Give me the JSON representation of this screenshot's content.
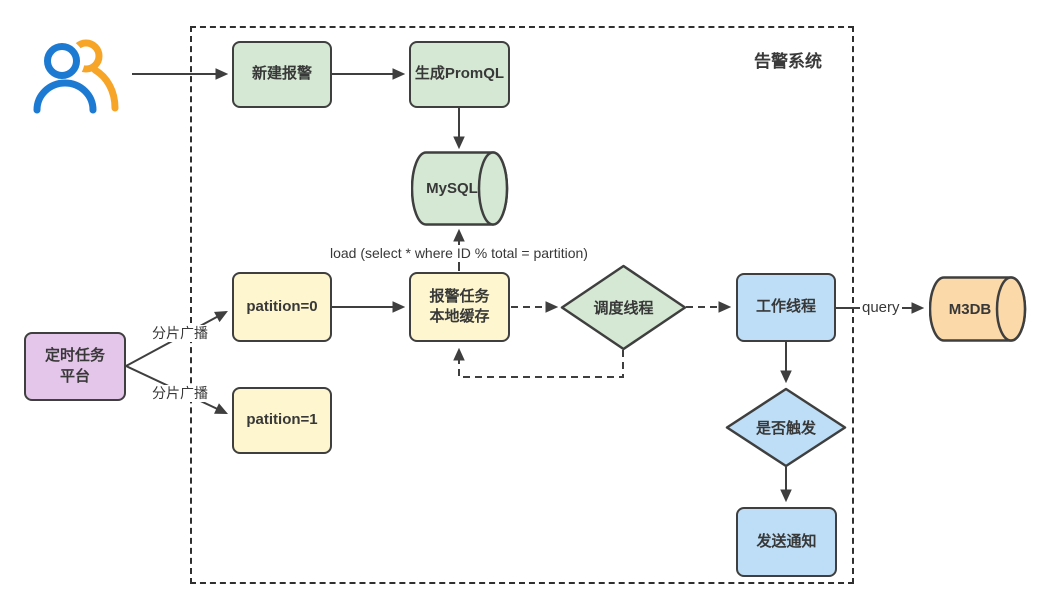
{
  "diagram": {
    "container_title": "告警系统",
    "nodes": {
      "user_icon": "users-icon",
      "create_alert": {
        "label": "新建报警"
      },
      "gen_promql": {
        "label": "生成PromQL"
      },
      "mysql": {
        "label": "MySQL"
      },
      "partition0": {
        "label": "patition=0"
      },
      "partition1": {
        "label": "patition=1"
      },
      "task_cache": {
        "line1": "报警任务",
        "line2": "本地缓存"
      },
      "scheduler": {
        "label": "调度线程"
      },
      "worker": {
        "label": "工作线程"
      },
      "trigger_check": {
        "label": "是否触发"
      },
      "send_notice": {
        "label": "发送通知"
      },
      "cron_platform": {
        "line1": "定时任务",
        "line2": "平台"
      },
      "m3db": {
        "label": "M3DB"
      }
    },
    "edge_labels": {
      "load": "load (select * where ID % total = partition)",
      "broadcast_top": "分片广播",
      "broadcast_bottom": "分片广播",
      "query": "query"
    },
    "colors": {
      "node_green": "#d5e8d4",
      "node_yellow": "#fdf6ce",
      "node_purple": "#e5c6eb",
      "node_blue": "#bddef6",
      "node_orange": "#fbd9a8",
      "stroke": "#3f3f3f",
      "user_icon_blue": "#1d7ad2",
      "user_icon_orange": "#f7a528"
    }
  }
}
